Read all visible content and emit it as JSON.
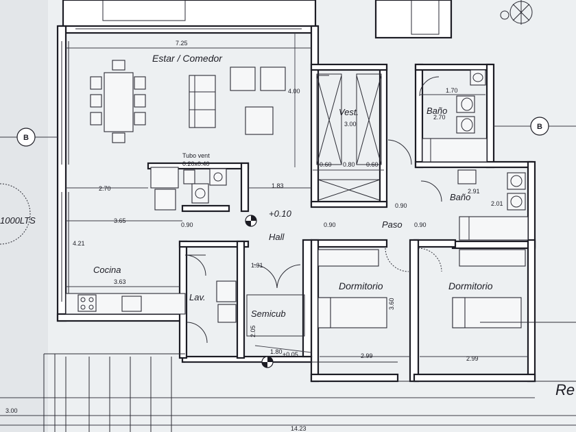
{
  "rooms": {
    "estar": "Estar / Comedor",
    "vest": "Vest.",
    "bano1": "Baño",
    "bano2": "Baño",
    "hall": "Hall",
    "paso": "Paso",
    "cocina": "Cocina",
    "lav": "Lav.",
    "semicub": "Semicub",
    "dorm1": "Dormitorio",
    "dorm2": "Dormitorio",
    "tubo": "Tubo vent"
  },
  "tank": "1000LTS",
  "section_marks": {
    "left": "B",
    "right": "B"
  },
  "levels": {
    "hall": "+0.10",
    "semicub": "+0.05"
  },
  "dims": {
    "top_width": "7.25",
    "estar_height": "4.00",
    "vest_depth": "3.00",
    "vest_a": "0.60",
    "vest_b": "0.80",
    "vest_c": "0.60",
    "bano1_w": "1.70",
    "bano1_h": "2.70",
    "bano2_w": "2.91",
    "bano2_h": "2.01",
    "estar_270": "2.70",
    "hall_183": "1.83",
    "hall_365": "3.65",
    "door_090_a": "0.90",
    "door_090_b": "0.90",
    "door_090_c": "0.90",
    "door_090_d": "0.90",
    "cocina_h": "4.21",
    "cocina_w": "3.63",
    "semicub_131": "1.31",
    "semicub_205": "2.05",
    "semicub_180": "1.80",
    "dorm_h": "3.60",
    "dorm1_w": "2.99",
    "dorm2_w": "2.99",
    "bottom_left": "3.00",
    "bottom_total": "14.23",
    "tubo_size": "0.20x0.40"
  },
  "edge_text": "Re"
}
